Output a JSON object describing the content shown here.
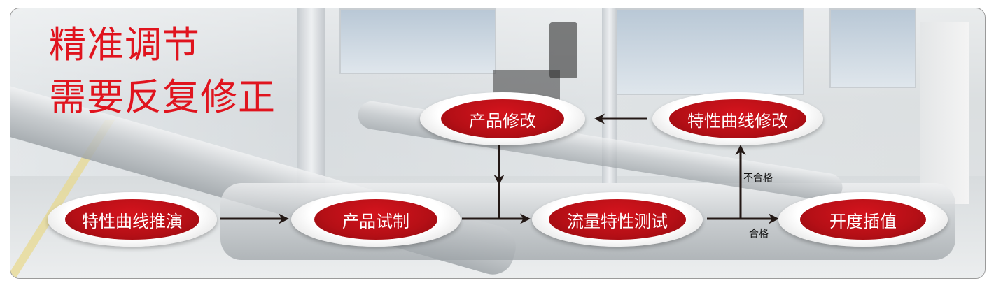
{
  "title": {
    "line1": "精准调节",
    "line2": "需要反复修正"
  },
  "nodes": {
    "curve_deduction": "特性曲线推演",
    "trial_production": "产品试制",
    "flow_test": "流量特性测试",
    "opening_interpolation": "开度插值",
    "curve_modification": "特性曲线修改",
    "product_modification": "产品修改"
  },
  "edge_labels": {
    "fail": "不合格",
    "pass": "合格"
  },
  "colors": {
    "title": "#e0141e",
    "node_fill": "#c0121a",
    "arrow": "#231815"
  }
}
